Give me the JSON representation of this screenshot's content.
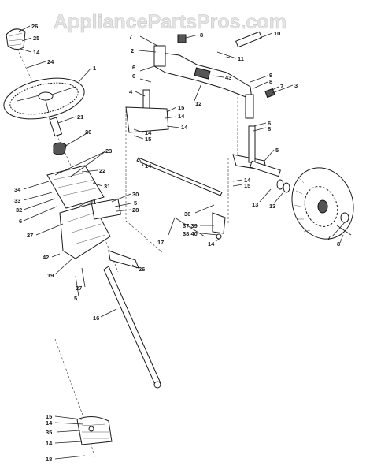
{
  "watermark": "AppliancePartsPros.com",
  "callouts": [
    {
      "id": "c26a",
      "label": "26"
    },
    {
      "id": "c25a",
      "label": "25"
    },
    {
      "id": "c14a",
      "label": "14"
    },
    {
      "id": "c24",
      "label": "24"
    },
    {
      "id": "c1",
      "label": "1"
    },
    {
      "id": "c7a",
      "label": "7"
    },
    {
      "id": "c8a",
      "label": "8"
    },
    {
      "id": "c10",
      "label": "10"
    },
    {
      "id": "c2",
      "label": "2"
    },
    {
      "id": "c11",
      "label": "11"
    },
    {
      "id": "c6a",
      "label": "6"
    },
    {
      "id": "c6b",
      "label": "6"
    },
    {
      "id": "c43",
      "label": "43"
    },
    {
      "id": "c9",
      "label": "9"
    },
    {
      "id": "c8b",
      "label": "8"
    },
    {
      "id": "c7b",
      "label": "7"
    },
    {
      "id": "c3",
      "label": "3"
    },
    {
      "id": "c4",
      "label": "4"
    },
    {
      "id": "c12",
      "label": "12"
    },
    {
      "id": "c15a",
      "label": "15"
    },
    {
      "id": "c14b",
      "label": "14"
    },
    {
      "id": "c14c",
      "label": "14"
    },
    {
      "id": "c21",
      "label": "21"
    },
    {
      "id": "c14d",
      "label": "14"
    },
    {
      "id": "c15b",
      "label": "15"
    },
    {
      "id": "c20",
      "label": "20"
    },
    {
      "id": "c6c",
      "label": "6"
    },
    {
      "id": "c8c",
      "label": "8"
    },
    {
      "id": "c23",
      "label": "23"
    },
    {
      "id": "c5a",
      "label": "5"
    },
    {
      "id": "c14e",
      "label": "14"
    },
    {
      "id": "c22",
      "label": "22"
    },
    {
      "id": "c31",
      "label": "31"
    },
    {
      "id": "c14f",
      "label": "14"
    },
    {
      "id": "c15c",
      "label": "15"
    },
    {
      "id": "c34",
      "label": "34"
    },
    {
      "id": "c33",
      "label": "33"
    },
    {
      "id": "c32",
      "label": "32"
    },
    {
      "id": "c6d",
      "label": "6"
    },
    {
      "id": "c30",
      "label": "30"
    },
    {
      "id": "c5b",
      "label": "5"
    },
    {
      "id": "c28",
      "label": "28"
    },
    {
      "id": "c41",
      "label": "41"
    },
    {
      "id": "c36",
      "label": "36"
    },
    {
      "id": "c13a",
      "label": "13"
    },
    {
      "id": "c13b",
      "label": "13"
    },
    {
      "id": "c27a",
      "label": "27"
    },
    {
      "id": "c3739",
      "label": "37,39"
    },
    {
      "id": "c3840",
      "label": "38,40"
    },
    {
      "id": "c17",
      "label": "17"
    },
    {
      "id": "c7c",
      "label": "7"
    },
    {
      "id": "c8d",
      "label": "8"
    },
    {
      "id": "c42",
      "label": "42"
    },
    {
      "id": "c14g",
      "label": "14"
    },
    {
      "id": "c26b",
      "label": "26"
    },
    {
      "id": "c19",
      "label": "19"
    },
    {
      "id": "c27b",
      "label": "27"
    },
    {
      "id": "c5c",
      "label": "5"
    },
    {
      "id": "c16",
      "label": "16"
    },
    {
      "id": "c15d",
      "label": "15"
    },
    {
      "id": "c14h",
      "label": "14"
    },
    {
      "id": "c35",
      "label": "35"
    },
    {
      "id": "c14i",
      "label": "14"
    },
    {
      "id": "c18",
      "label": "18"
    }
  ]
}
